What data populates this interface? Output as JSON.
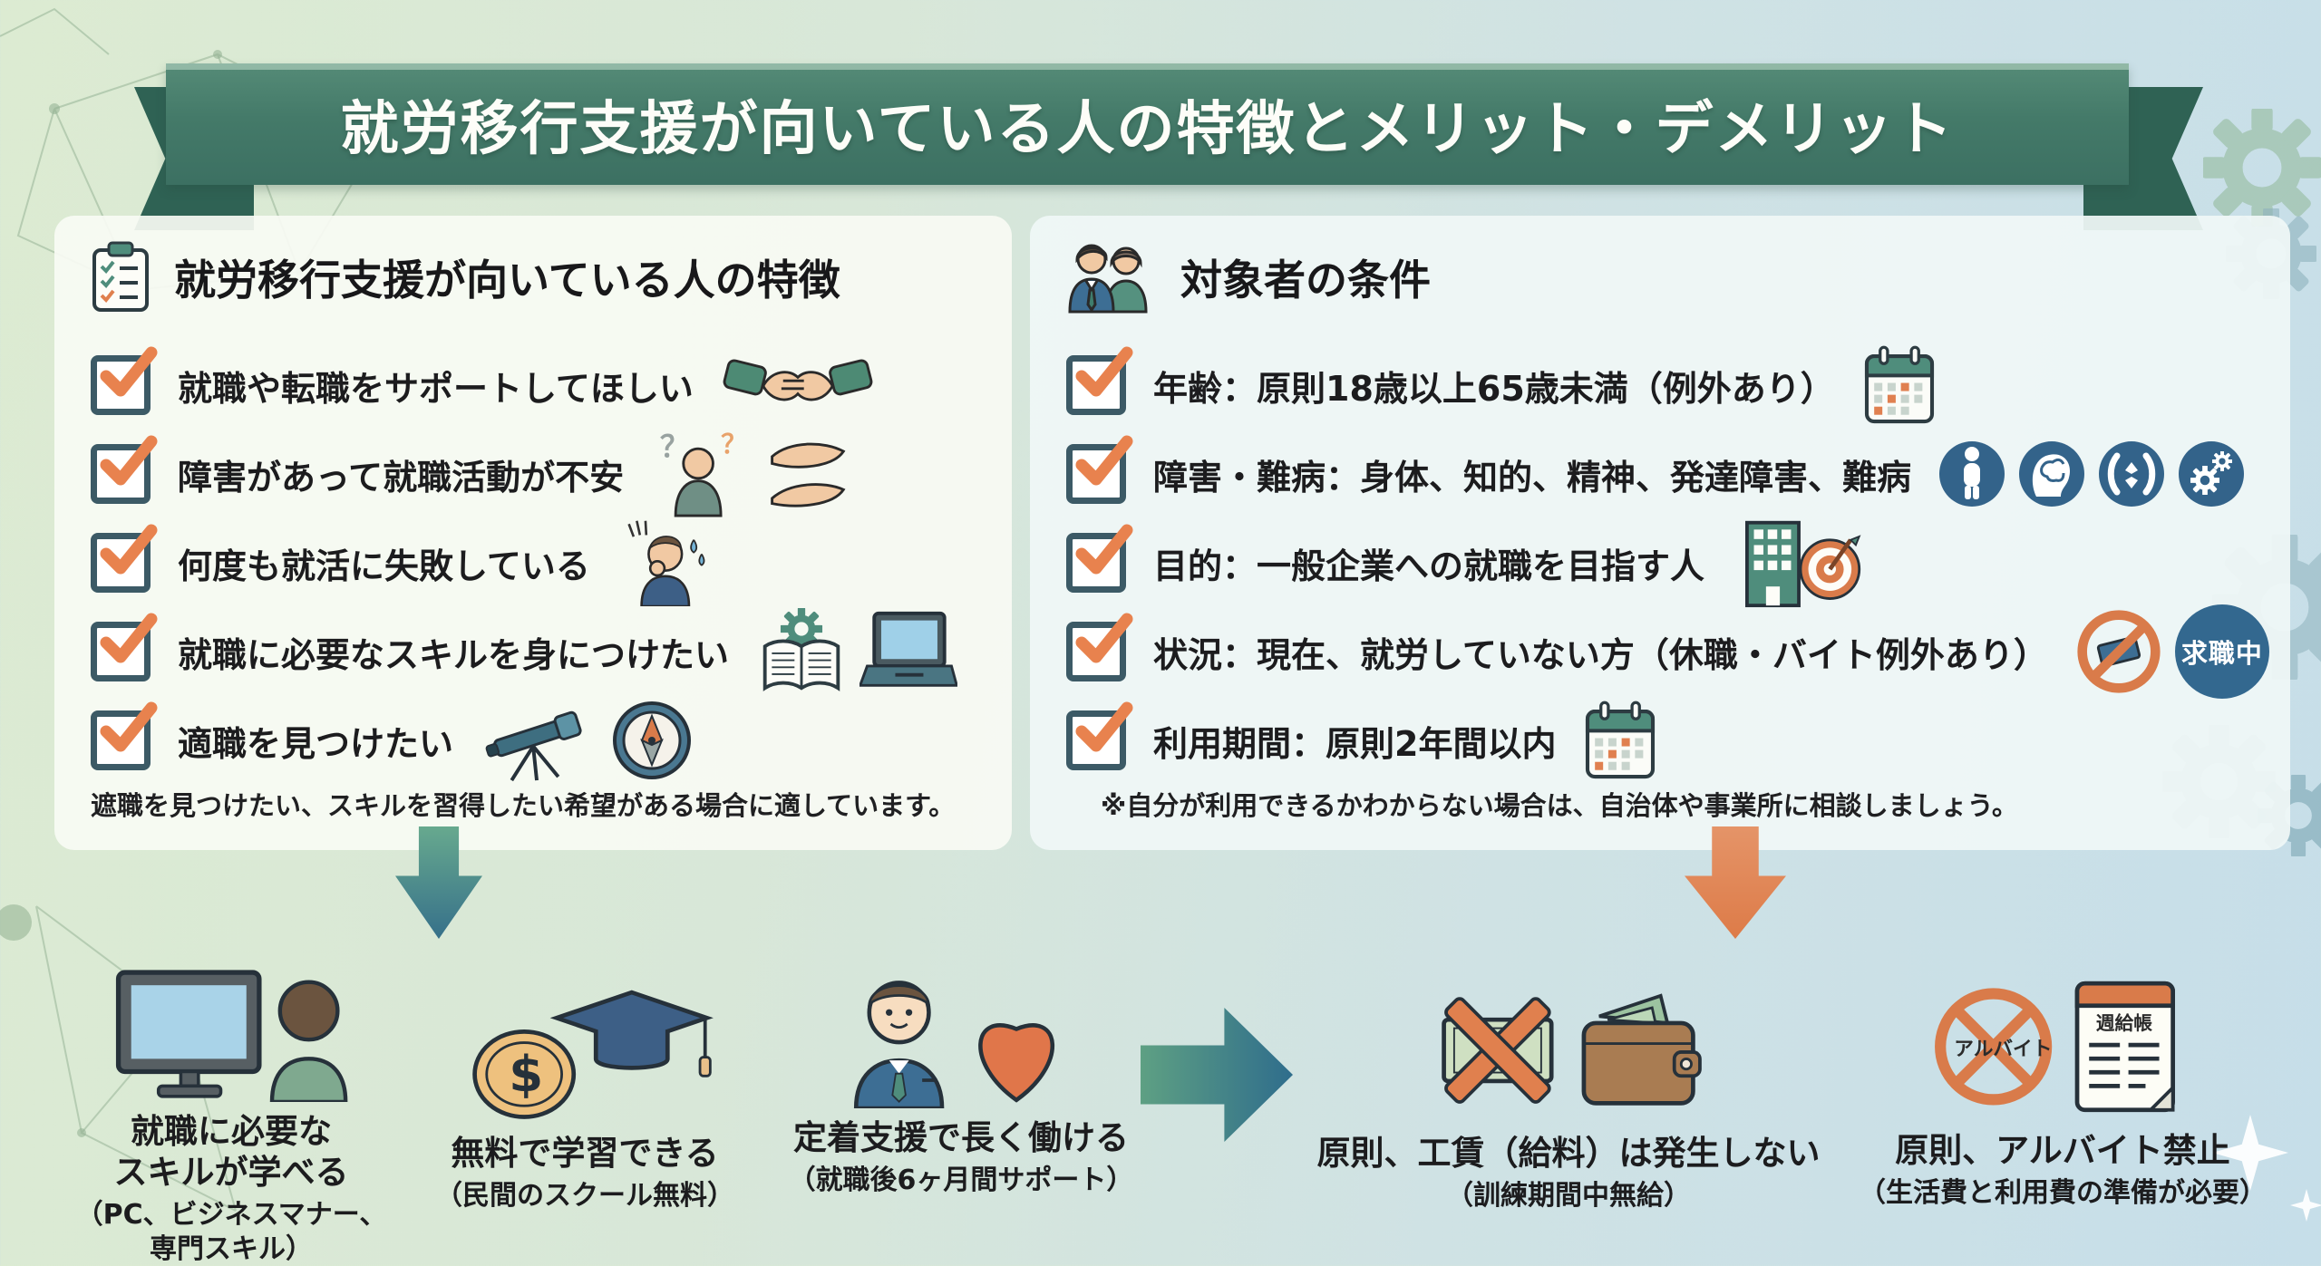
{
  "title": "就労移行支援が向いている人の特徴とメリット・デメリット",
  "left_panel": {
    "heading": "就労移行支援が向いている人の特徴",
    "items": [
      {
        "text": "就職や転職をサポートしてほしい",
        "icons": [
          "handshake-icon"
        ]
      },
      {
        "text": "障害があって就職活動が不安",
        "icons": [
          "anxious-person-icon",
          "helping-hands-icon"
        ]
      },
      {
        "text": "何度も就活に失敗している",
        "icons": [
          "crying-person-icon"
        ]
      },
      {
        "text": "就職に必要なスキルを身につけたい",
        "icons": [
          "book-gear-icon",
          "laptop-icon"
        ]
      },
      {
        "text": "適職を見つけたい",
        "icons": [
          "telescope-icon",
          "compass-icon"
        ]
      }
    ],
    "note": "遮職を見つけたい、スキルを習得したい希望がある場合に適しています。"
  },
  "right_panel": {
    "heading": "対象者の条件",
    "items": [
      {
        "text": "年齢：原則18歳以上65歳未満（例外あり）",
        "icons": [
          "calendar-icon"
        ]
      },
      {
        "text": "障害・難病：身体、知的、精神、発達障害、難病",
        "icons": [
          "body-circle-icon",
          "brain-circle-icon",
          "caring-hands-circle-icon",
          "gears-circle-icon"
        ]
      },
      {
        "text": "目的：一般企業への就職を目指す人",
        "icons": [
          "building-icon",
          "target-icon"
        ]
      },
      {
        "text": "状況：現在、就労していない方（休職・バイト例外あり）",
        "icons": [
          "no-money-icon"
        ],
        "badge": "求職中"
      },
      {
        "text": "利用期間：原則2年間以内",
        "icons": [
          "calendar-icon"
        ]
      }
    ],
    "note": "※自分が利用できるかわからない場合は、自治体や事業所に相談しましょう。"
  },
  "bottom": {
    "merits": [
      {
        "title": "就職に必要な\nスキルが学べる",
        "subtitle": "（PC、ビジネスマナー、\n専門スキル）",
        "icons": [
          "monitor-icon",
          "person-back-icon"
        ]
      },
      {
        "title": "無料で学習できる",
        "subtitle": "（民間のスクール無料）",
        "icons": [
          "dollar-coin-icon",
          "graduation-cap-icon"
        ]
      },
      {
        "title": "定着支援で長く働ける",
        "subtitle": "（就職後6ヶ月間サポート）",
        "icons": [
          "businessman-icon",
          "heart-icon"
        ]
      }
    ],
    "demerits": [
      {
        "title": "原則、工賃（給料）は発生しない",
        "subtitle": "（訓練期間中無給）",
        "icons": [
          "crossed-money-icon",
          "wallet-icon"
        ]
      },
      {
        "title": "原則、アルバイト禁止",
        "subtitle": "（生活費と利用費の準備が必要）",
        "icons": [
          "no-parttime-icon",
          "payslip-icon"
        ]
      }
    ],
    "no_albait_label": "アルバイト",
    "payslip_label": "週給帳"
  },
  "icon_text": {
    "question": "？",
    "dollar": "$"
  },
  "colors": {
    "ribbon_green": "#447a69",
    "ribbon_fold": "#2f6254",
    "accent_orange": "#e0804e",
    "checkbox_border": "#3c5a66",
    "badge_blue": "#33688f",
    "circle_icon_blue": "#33638a",
    "panel_bg": "#f5f9f3"
  }
}
